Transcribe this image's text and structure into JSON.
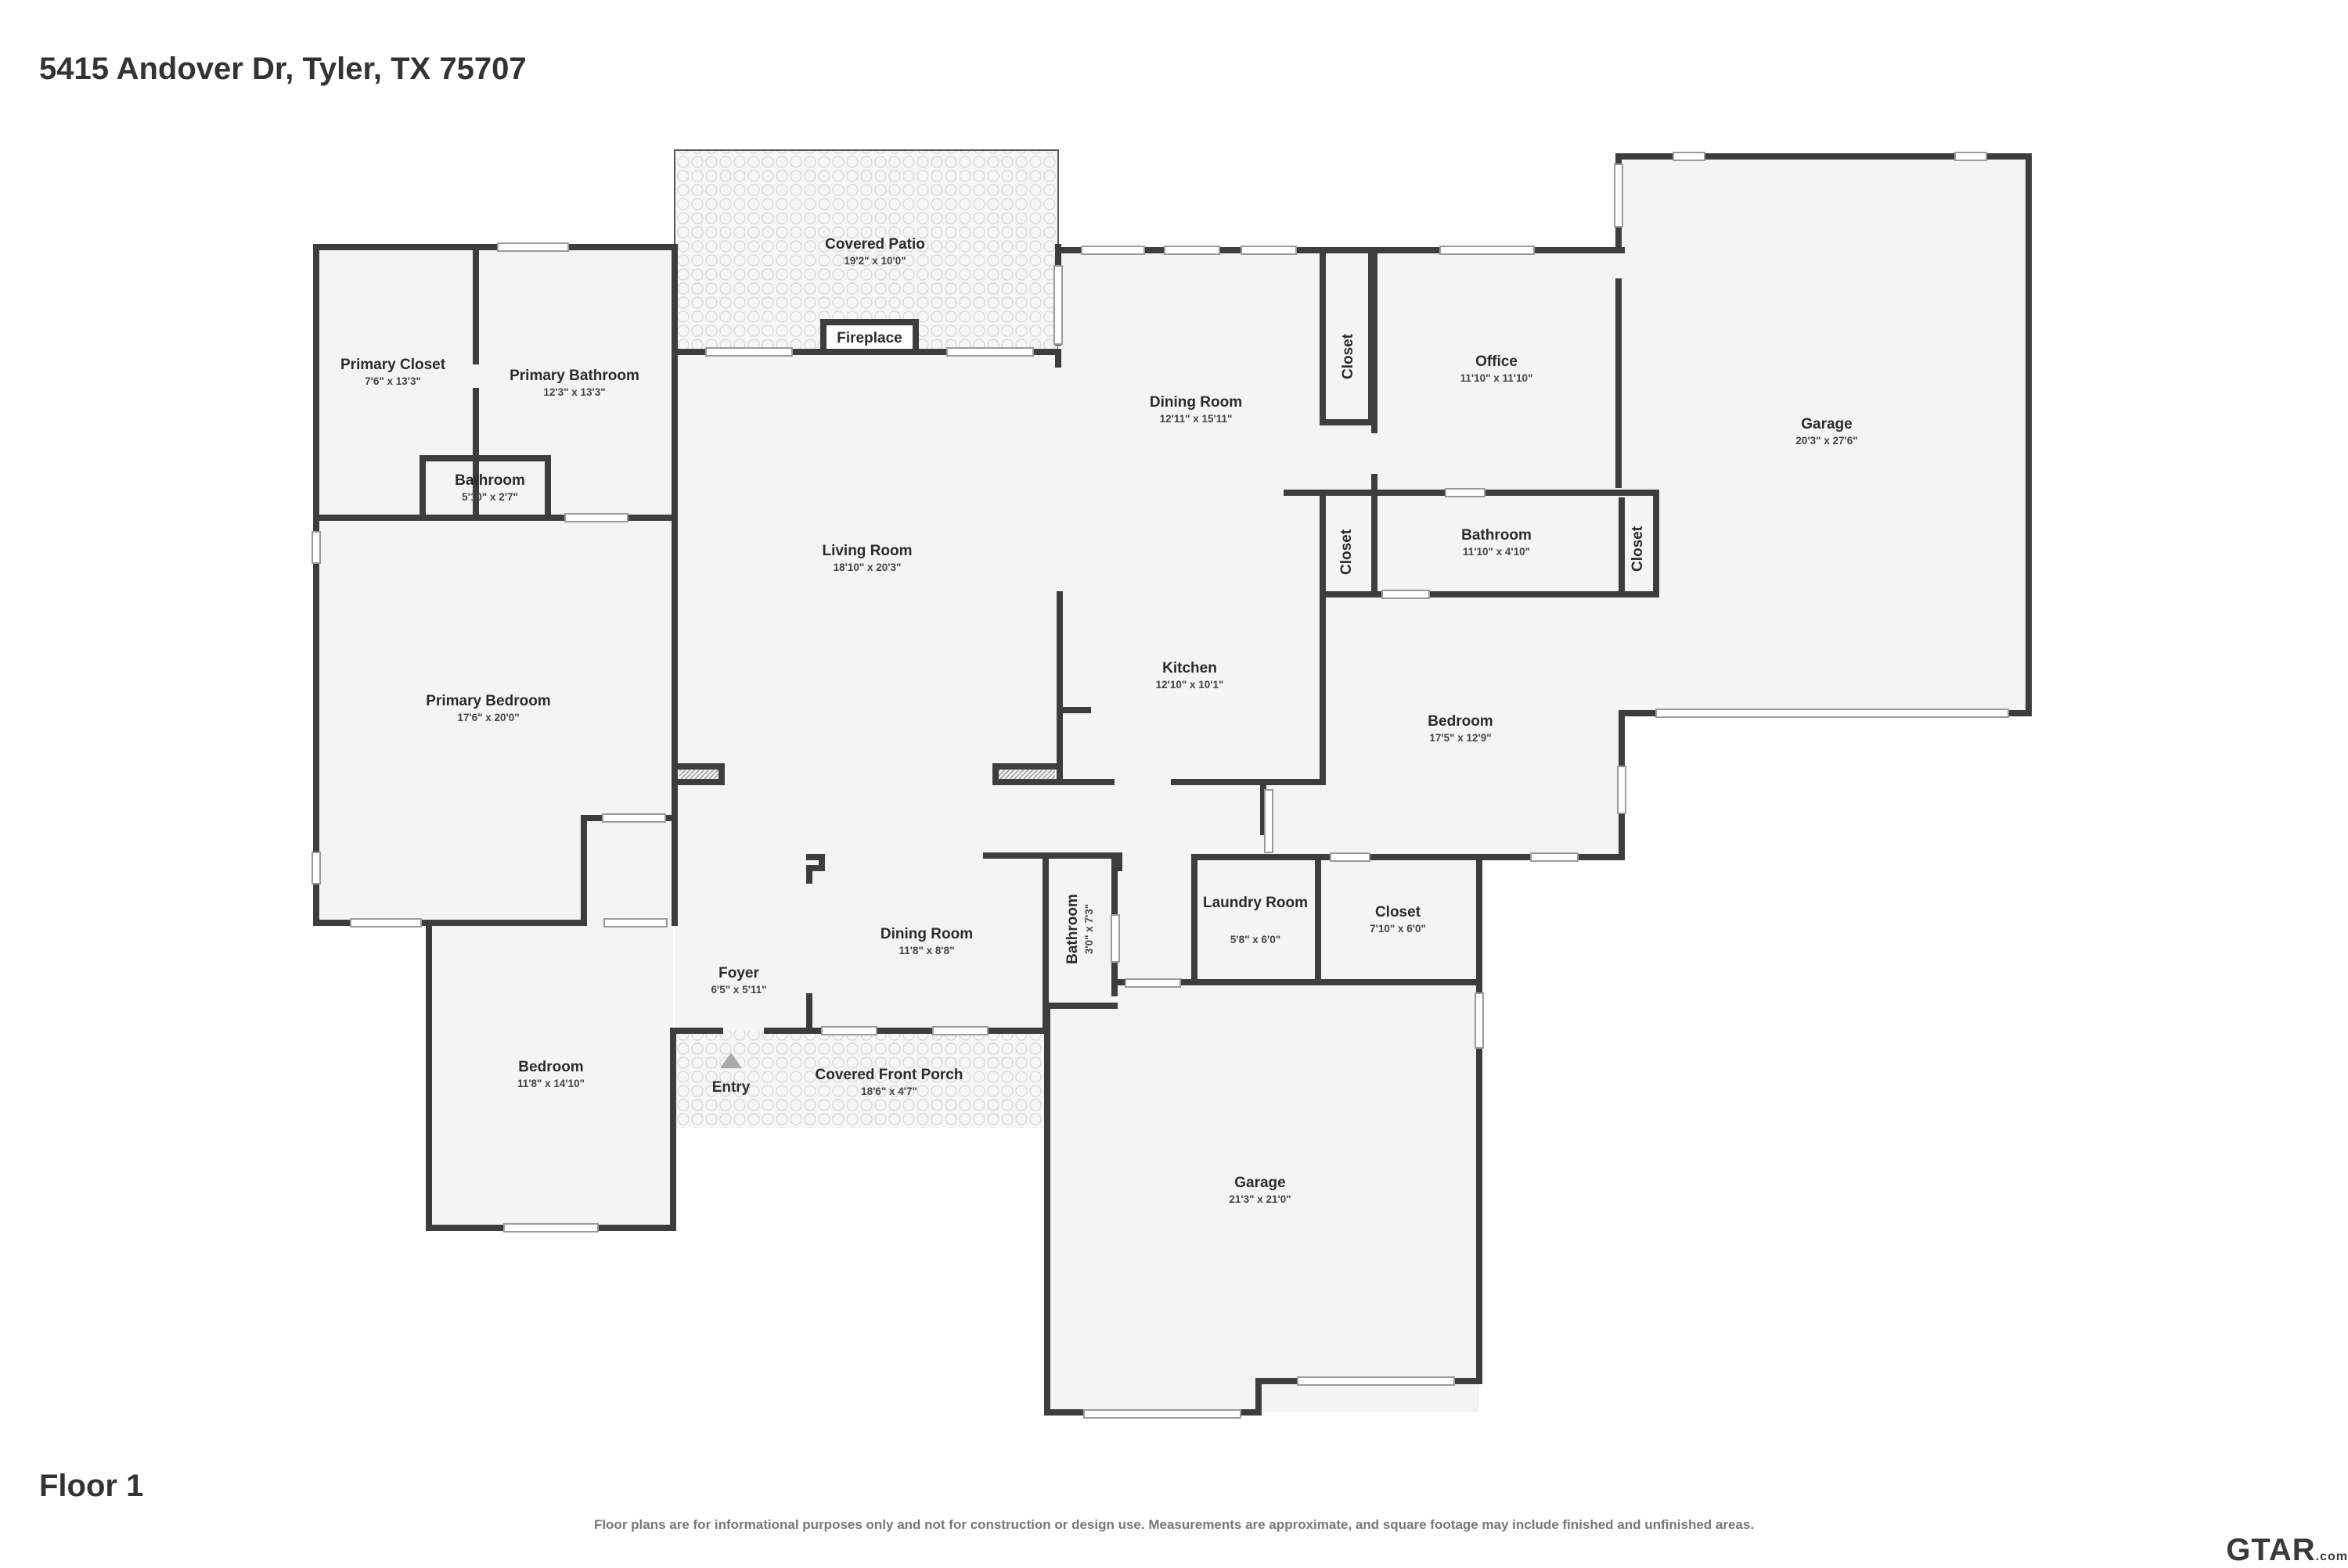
{
  "header": {
    "address": "5415 Andover Dr, Tyler, TX 75707"
  },
  "footer": {
    "floor_label": "Floor 1",
    "disclaimer": "Floor plans are for informational purposes only and not for construction or design use. Measurements are approximate, and square footage may include finished and unfinished areas.",
    "logo_text": "GTAR",
    "logo_suffix": ".com"
  },
  "colors": {
    "wall": "#3d3d3d",
    "floor": "#f4f4f4",
    "window": "#cfcfcf",
    "text": "#2b2b2b"
  },
  "rooms": [
    {
      "id": "covered-patio",
      "name": "Covered Patio",
      "dims": "19'2\" x 10'0\""
    },
    {
      "id": "fireplace",
      "name": "Fireplace",
      "dims": ""
    },
    {
      "id": "primary-closet",
      "name": "Primary Closet",
      "dims": "7'6\" x 13'3\""
    },
    {
      "id": "primary-bathroom",
      "name": "Primary Bathroom",
      "dims": "12'3\" x 13'3\""
    },
    {
      "id": "bathroom-small",
      "name": "Bathroom",
      "dims": "5'10\" x 2'7\""
    },
    {
      "id": "living-room",
      "name": "Living Room",
      "dims": "18'10\" x 20'3\""
    },
    {
      "id": "primary-bedroom",
      "name": "Primary Bedroom",
      "dims": "17'6\" x 20'0\""
    },
    {
      "id": "dining-room-1",
      "name": "Dining Room",
      "dims": "12'11\" x 15'11\""
    },
    {
      "id": "closet-1",
      "name": "Closet",
      "dims": ""
    },
    {
      "id": "office",
      "name": "Office",
      "dims": "11'10\" x 11'10\""
    },
    {
      "id": "garage-1",
      "name": "Garage",
      "dims": "20'3\" x 27'6\""
    },
    {
      "id": "closet-2",
      "name": "Closet",
      "dims": ""
    },
    {
      "id": "bathroom-2",
      "name": "Bathroom",
      "dims": "11'10\" x 4'10\""
    },
    {
      "id": "closet-3",
      "name": "Closet",
      "dims": ""
    },
    {
      "id": "kitchen",
      "name": "Kitchen",
      "dims": "12'10\" x 10'1\""
    },
    {
      "id": "bedroom-1",
      "name": "Bedroom",
      "dims": "17'5\" x 12'9\""
    },
    {
      "id": "dining-room-2",
      "name": "Dining Room",
      "dims": "11'8\" x 8'8\""
    },
    {
      "id": "bathroom-3",
      "name": "Bathroom",
      "dims": "3'0\" x 7'3\""
    },
    {
      "id": "laundry-room",
      "name": "Laundry Room",
      "dims": "5'8\" x 6'0\""
    },
    {
      "id": "closet-4",
      "name": "Closet",
      "dims": "7'10\" x 6'0\""
    },
    {
      "id": "foyer",
      "name": "Foyer",
      "dims": "6'5\" x 5'11\""
    },
    {
      "id": "entry",
      "name": "Entry",
      "dims": ""
    },
    {
      "id": "covered-front-porch",
      "name": "Covered Front Porch",
      "dims": "18'6\" x 4'7\""
    },
    {
      "id": "bedroom-2",
      "name": "Bedroom",
      "dims": "11'8\" x 14'10\""
    },
    {
      "id": "garage-2",
      "name": "Garage",
      "dims": "21'3\" x 21'0\""
    }
  ]
}
